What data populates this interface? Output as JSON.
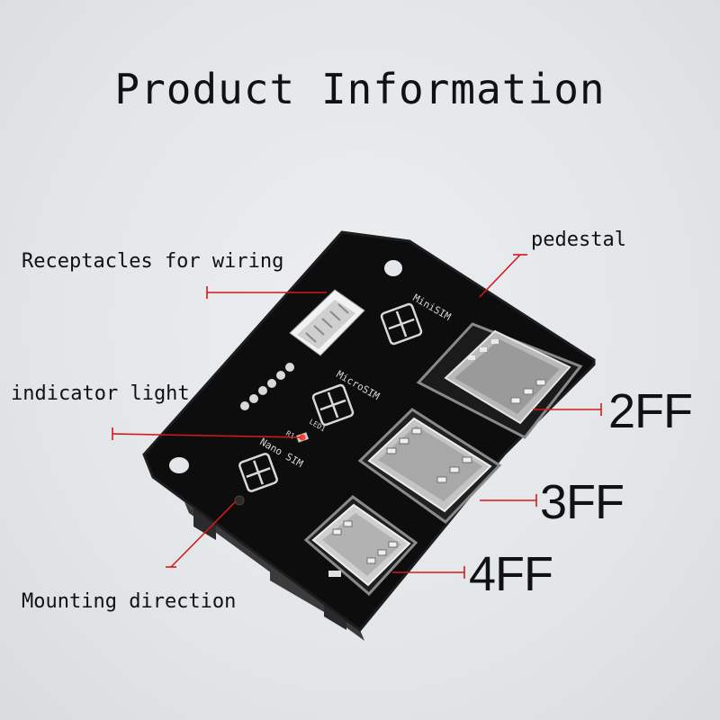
{
  "title": "Product Information",
  "labels": {
    "receptacles": "Receptacles for wiring",
    "pedestal": "pedestal",
    "indicator": "indicator light",
    "mounting": "Mounting direction",
    "ff2": "2FF",
    "ff3": "3FF",
    "ff4": "4FF"
  },
  "board_silkscreen": {
    "mini": "MiniSIM",
    "micro": "MicroSIM",
    "nano": "Nano SIM",
    "led": "LED1",
    "resistor": "R1"
  },
  "colors": {
    "board": "#0c0c0d",
    "leader": "#d21a1a",
    "led": "#ff3b2a"
  }
}
